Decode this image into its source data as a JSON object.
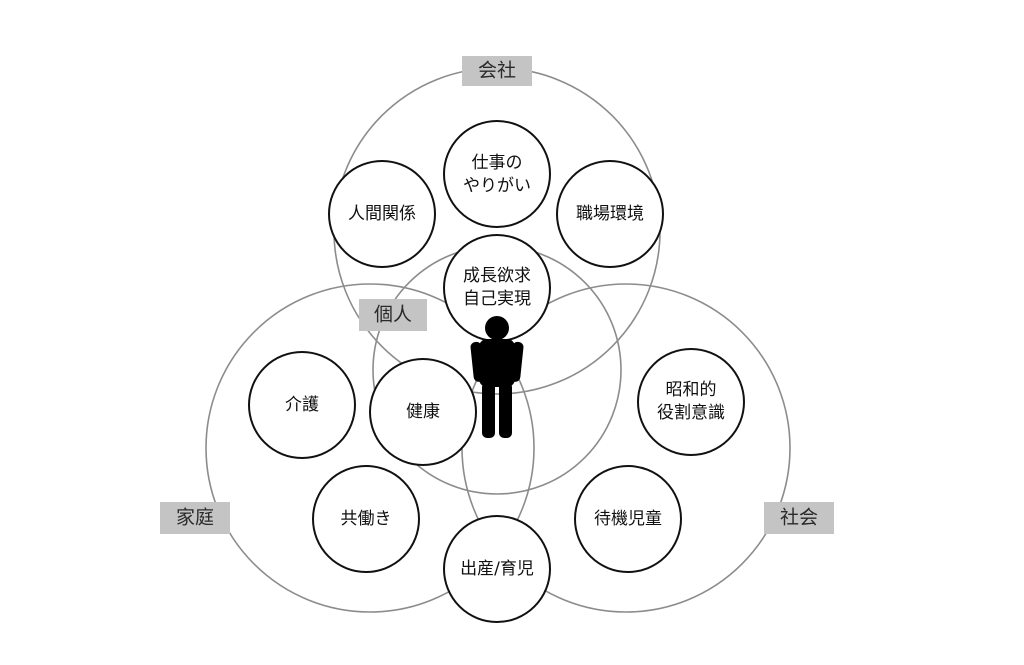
{
  "groups": {
    "company": "会社",
    "individual": "個人",
    "family": "家庭",
    "society": "社会"
  },
  "topics": {
    "work_meaning": [
      "仕事の",
      "やりがい"
    ],
    "relationships": [
      "人間関係"
    ],
    "workplace": [
      "職場環境"
    ],
    "growth": [
      "成長欲求",
      "自己実現"
    ],
    "care": [
      "介護"
    ],
    "health": [
      "健康"
    ],
    "dual_income": [
      "共働き"
    ],
    "showa_roles": [
      "昭和的",
      "役割意識"
    ],
    "waitlist": [
      "待機児童"
    ],
    "childbirth": [
      "出産/育児"
    ]
  },
  "icons": {
    "person": "person-silhouette-icon"
  }
}
